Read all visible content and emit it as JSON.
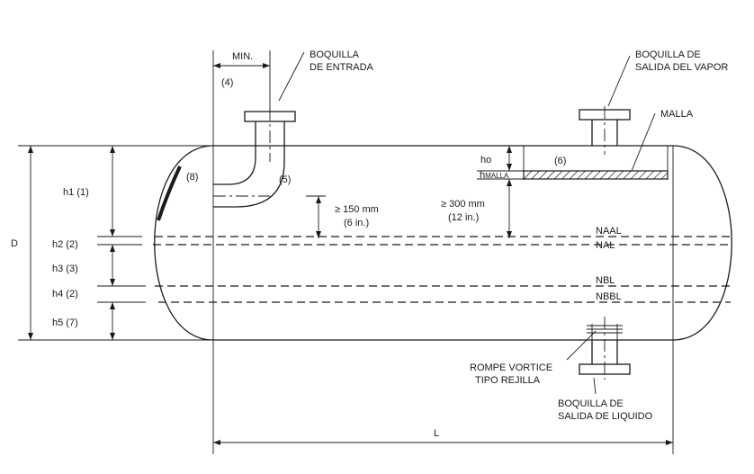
{
  "labels": {
    "inlet_nozzle_line1": "BOQUILLA",
    "inlet_nozzle_line2": "DE ENTRADA",
    "vapor_nozzle_line1": "BOQUILLA DE",
    "vapor_nozzle_line2": "SALIDA DEL VAPOR",
    "mesh": "MALLA",
    "min": "MIN.",
    "note4": "(4)",
    "note5": "(5)",
    "note6": "(6)",
    "note8": "(8)",
    "ho": "ho",
    "hmalla_h": "h",
    "hmalla_sub": "MALLA",
    "min150_mm": "≥ 150 mm",
    "min150_in": "(6 in.)",
    "min300_mm": "≥ 300 mm",
    "min300_in": "(12 in.)",
    "naal": "NAAL",
    "nal": "NAL",
    "nbl": "NBL",
    "nbbl": "NBBL",
    "vortex_line1": "ROMPE VORTICE",
    "vortex_line2": "TIPO REJILLA",
    "liquid_nozzle_line1": "BOQUILLA DE",
    "liquid_nozzle_line2": "SALIDA DE LIQUIDO",
    "length": "L",
    "diameter": "D",
    "h1": "h1  (1)",
    "h2": "h2  (2)",
    "h3": "h3  (3)",
    "h4": "h4  (2)",
    "h5": "h5  (7)"
  }
}
